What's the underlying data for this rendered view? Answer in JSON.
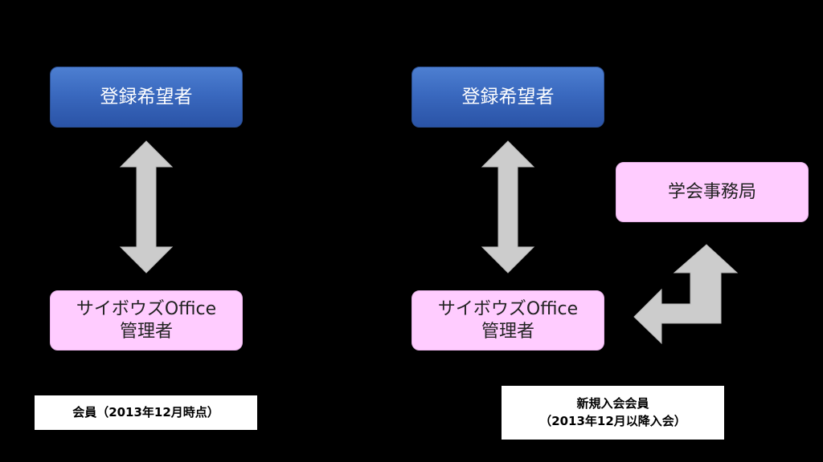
{
  "left": {
    "applicant_label": "登録希望者",
    "admin_line1": "サイボウズOffice",
    "admin_line2": "管理者",
    "caption": "会員（2013年12月時点）"
  },
  "right": {
    "applicant_label": "登録希望者",
    "office_label": "学会事務局",
    "admin_line1": "サイボウズOffice",
    "admin_line2": "管理者",
    "caption_line1": "新規入会会員",
    "caption_line2": "（2013年12月以降入会）"
  },
  "colors": {
    "background": "#000000",
    "blue_box": "#3a69bf",
    "pink_box": "#ffccff",
    "arrow": "#cccccc"
  }
}
